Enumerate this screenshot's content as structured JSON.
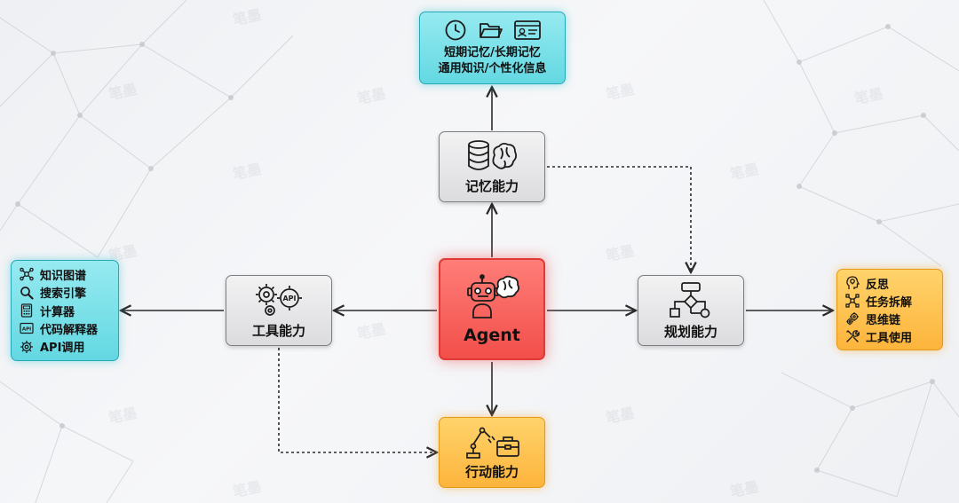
{
  "agent": {
    "label": "Agent"
  },
  "memory": {
    "label": "记忆能力"
  },
  "planning": {
    "label": "规划能力"
  },
  "tools": {
    "label": "工具能力"
  },
  "action": {
    "label": "行动能力"
  },
  "memory_store": {
    "line1": "短期记忆/长期记忆",
    "line2": "通用知识/个性化信息",
    "icons": [
      "clock-icon",
      "folder-icon",
      "id-card-icon"
    ]
  },
  "tool_list": {
    "items": [
      {
        "label": "知识图谱",
        "icon": "knowledge-graph-icon"
      },
      {
        "label": "搜索引擎",
        "icon": "magnifier-icon"
      },
      {
        "label": "计算器",
        "icon": "calculator-icon"
      },
      {
        "label": "代码解释器",
        "icon": "api-code-icon"
      },
      {
        "label": "API调用",
        "icon": "gear-icon"
      }
    ]
  },
  "plan_list": {
    "items": [
      {
        "label": "反思",
        "icon": "head-bulb-icon"
      },
      {
        "label": "任务拆解",
        "icon": "split-icon"
      },
      {
        "label": "思维链",
        "icon": "gears-icon"
      },
      {
        "label": "工具使用",
        "icon": "wrench-icon"
      }
    ]
  },
  "watermark": "笔墨",
  "colors": {
    "gray_border": "#7b7d83",
    "agent_red": "#f24f4a",
    "teal": "#63d8e2",
    "orange": "#fdb43c",
    "arrow": "#2b2b2b"
  }
}
